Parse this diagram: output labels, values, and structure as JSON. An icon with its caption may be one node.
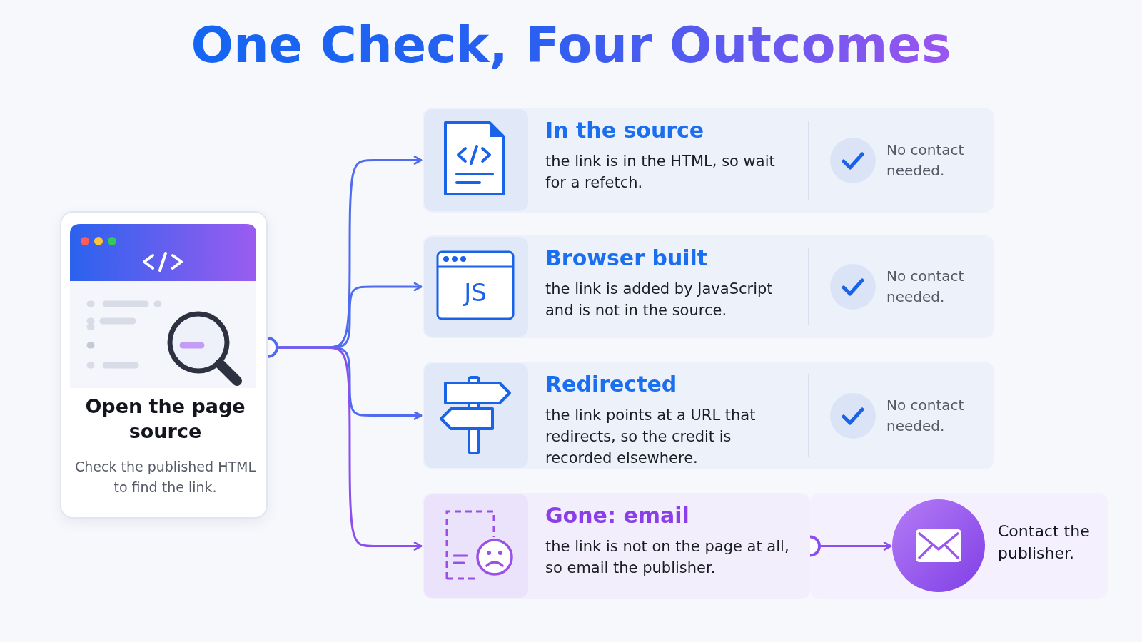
{
  "diagram": {
    "title": "One Check, Four Outcomes",
    "nodes": [
      {
        "text": [
          "Open the page source",
          "Check the published HTML to find the link."
        ]
      },
      {
        "text": [
          "In the source",
          "the link is in the HTML, so wait for a refetch.",
          "No contact needed."
        ]
      },
      {
        "text": [
          "Browser built",
          "the link is added by JavaScript and is not in the source.",
          "No contact needed."
        ]
      },
      {
        "text": [
          "Redirected",
          "the link points at a URL that redirects, so the credit is recorded elsewhere.",
          "No contact needed."
        ]
      },
      {
        "text": [
          "Gone: email",
          "the link is not on the page at all, so email the publisher."
        ]
      },
      {
        "text": [
          "Contact the publisher."
        ]
      }
    ],
    "edges": [
      {
        "from": 0,
        "to": 1,
        "arrow": "to"
      },
      {
        "from": 0,
        "to": 2,
        "arrow": "to"
      },
      {
        "from": 0,
        "to": 3,
        "arrow": "to"
      },
      {
        "from": 0,
        "to": 4,
        "arrow": "to",
        "color": "#8b4ff0"
      },
      {
        "from": 4,
        "to": 5,
        "arrow": "to",
        "color": "#8b4ff0"
      }
    ],
    "labels": [
      "JS"
    ]
  }
}
